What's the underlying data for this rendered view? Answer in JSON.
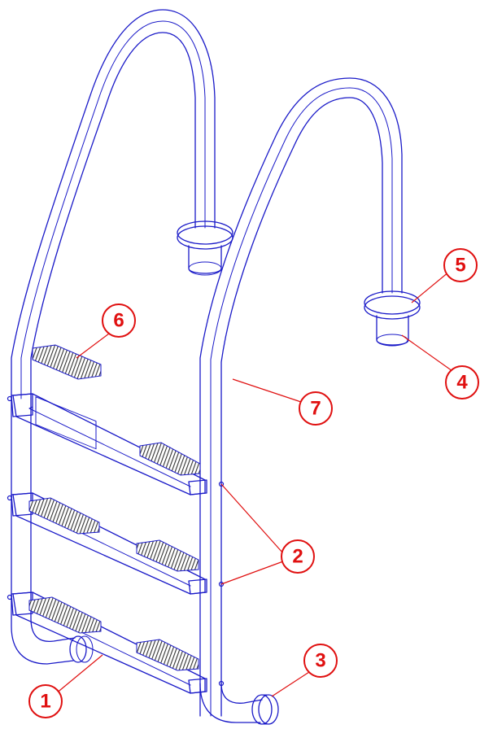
{
  "colors": {
    "outline": "#1a1ac8",
    "callout": "#e01010",
    "hatch": "#404040",
    "background": "#ffffff"
  },
  "callouts": [
    {
      "id": "1",
      "label": "1"
    },
    {
      "id": "2",
      "label": "2"
    },
    {
      "id": "3",
      "label": "3"
    },
    {
      "id": "4",
      "label": "4"
    },
    {
      "id": "5",
      "label": "5"
    },
    {
      "id": "6",
      "label": "6"
    },
    {
      "id": "7",
      "label": "7"
    }
  ]
}
